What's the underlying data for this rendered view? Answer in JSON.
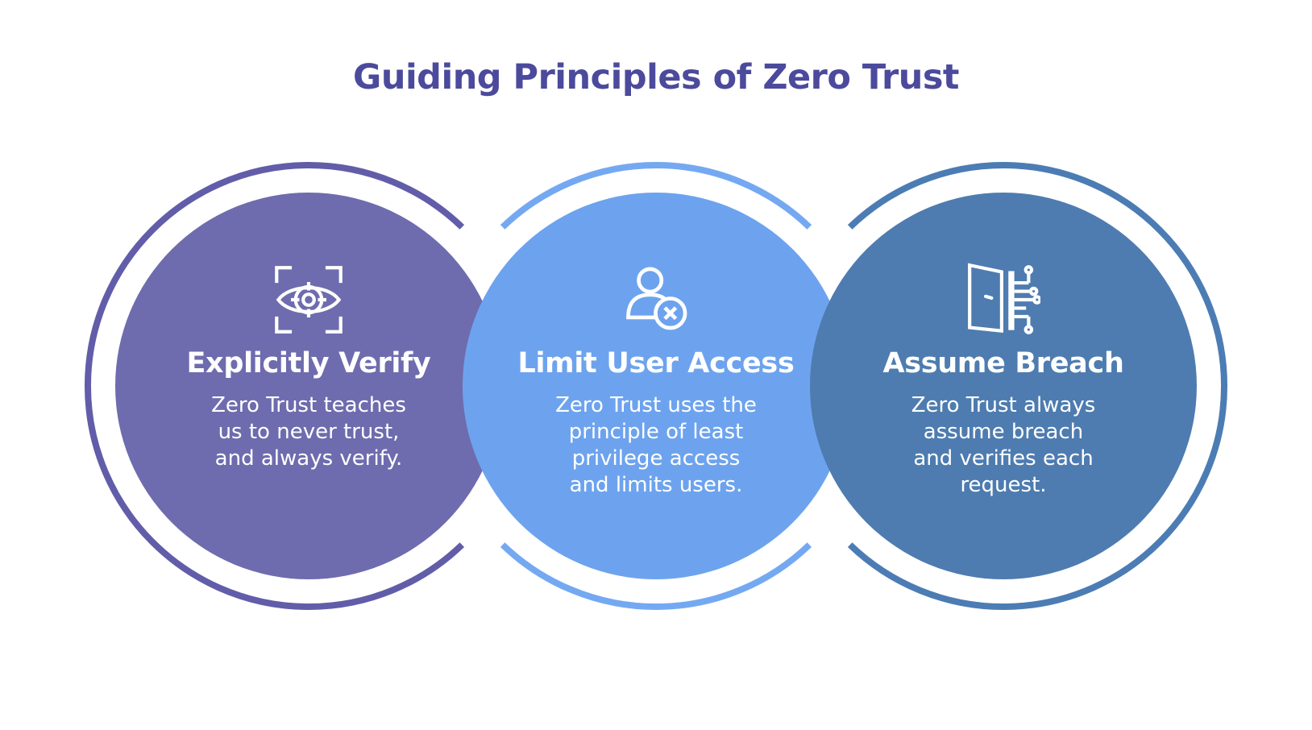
{
  "title": "Guiding Principles of Zero Trust",
  "colors": {
    "background": "#ffffff",
    "title": "#4c4a9c",
    "card_text": "#ffffff"
  },
  "cards": [
    {
      "heading": "Explicitly Verify",
      "body_lines": [
        "Zero Trust teaches",
        "us to never trust,",
        "and always verify."
      ],
      "icon": "eye-scan-icon",
      "color": "#6e6cae",
      "ring_color": "#625da9"
    },
    {
      "heading": "Limit User Access",
      "body_lines": [
        "Zero Trust uses the",
        "principle of least",
        "privilege access",
        "and limits users."
      ],
      "icon": "user-blocked-icon",
      "color": "#6da3ee",
      "ring_color": "#74a9f2"
    },
    {
      "heading": "Assume Breach",
      "body_lines": [
        "Zero Trust always",
        "assume breach",
        "and verifies each",
        "request."
      ],
      "icon": "door-circuit-icon",
      "color": "#4e7cb0",
      "ring_color": "#4c7cb4"
    }
  ]
}
